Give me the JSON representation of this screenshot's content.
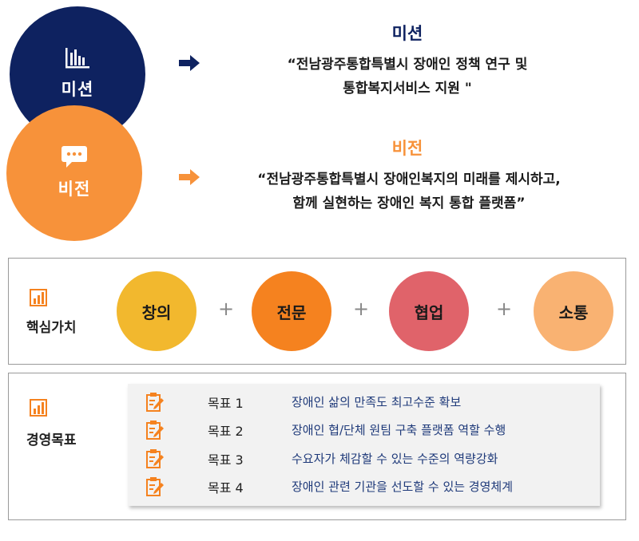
{
  "mission": {
    "circle_label": "미션",
    "heading": "미션",
    "statement_line1": "“전남광주통합특별시 장애인 정책 연구 및",
    "statement_line2": "통합복지서비스 지원 \""
  },
  "vision": {
    "circle_label": "비전",
    "heading": "비전",
    "statement_line1": "“전남광주통합특별시 장애인복지의 미래를 제시하고,",
    "statement_line2": "함께 실현하는 장애인 복지 통합 플랫폼”"
  },
  "core_values": {
    "label": "핵심가치",
    "items": [
      "창의",
      "전문",
      "협업",
      "소통"
    ],
    "separator": "+"
  },
  "goals": {
    "label": "경영목표",
    "items": [
      {
        "num": "목표 1",
        "text": "장애인 삶의 만족도 최고수준 확보"
      },
      {
        "num": "목표 2",
        "text": "장애인 협/단체 원팀 구축 플랫폼 역할 수행"
      },
      {
        "num": "목표 3",
        "text": "수요자가 체감할 수 있는 수준의 역량강화"
      },
      {
        "num": "목표 4",
        "text": "장애인 관련 기관을 선도할 수 있는 경영체계"
      }
    ]
  },
  "colors": {
    "navy": "#0e2260",
    "orange": "#f7923a",
    "value1": "#f2b82e",
    "value2": "#f5821f",
    "value3": "#e0636a",
    "value4": "#f9b272"
  }
}
